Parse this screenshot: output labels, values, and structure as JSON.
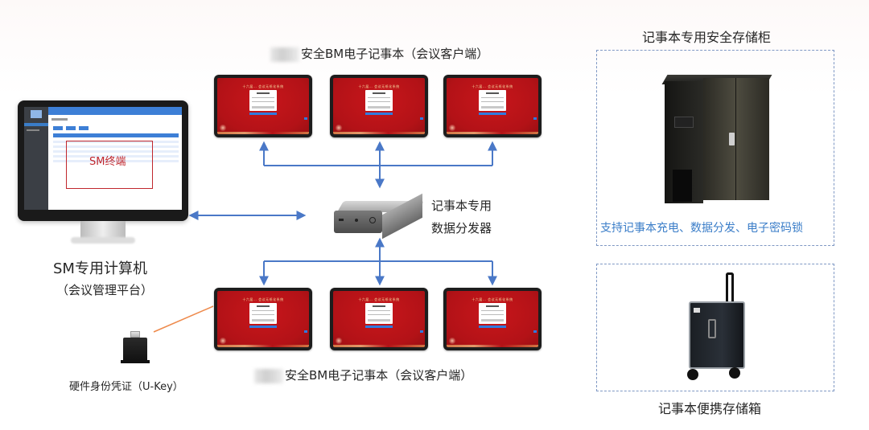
{
  "top_group": {
    "title": "安全BM电子记事本（会议客户端）",
    "blurred_prefix": true,
    "tablet_count": 3
  },
  "bottom_group": {
    "title": "安全BM电子记事本（会议客户端）",
    "blurred_prefix": true,
    "tablet_count": 3
  },
  "tablet_screen": {
    "heading": "十六届… 会议无纸化系统",
    "card_title": "欢迎登录",
    "button": "登录"
  },
  "computer": {
    "name": "SM专用计算机",
    "subtitle": "（会议管理平台）",
    "screen_overlay_label": "SM终端",
    "overlay_color": "#c0272d"
  },
  "distributor": {
    "line1": "记事本专用",
    "line2": "数据分发器"
  },
  "ukey": {
    "label": "硬件身份凭证（U-Key）"
  },
  "cabinet": {
    "title": "记事本专用安全存储柜",
    "features": "支持记事本充电、数据分发、电子密码锁",
    "features_color": "#3a7dc8"
  },
  "case": {
    "title": "记事本便携存储箱"
  },
  "colors": {
    "arrow": "#4a78c7",
    "ukey_link": "#ee8a4c",
    "dashed_border": "#7f98c4",
    "tablet_red": "#c8161b"
  }
}
